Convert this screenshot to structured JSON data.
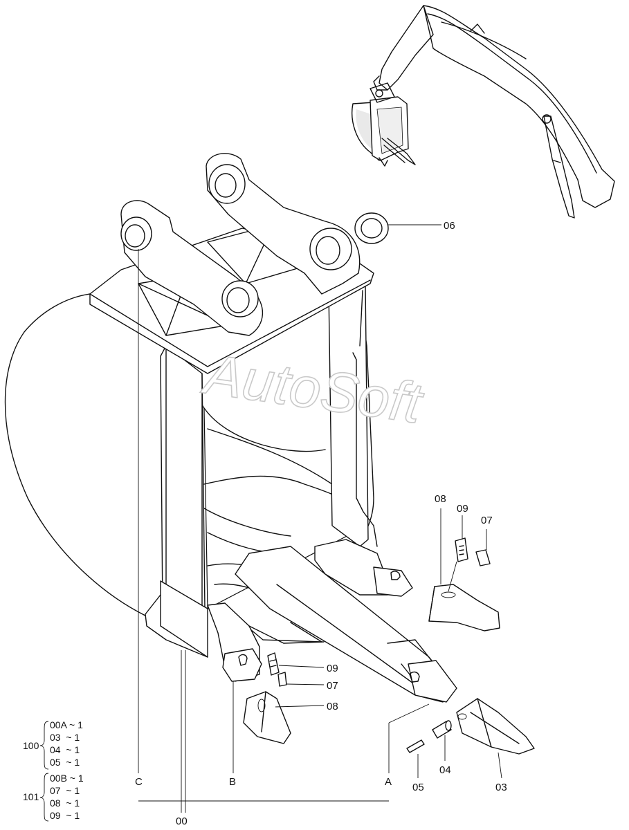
{
  "watermark": "AutoSoft",
  "part_labels": {
    "p06": "06",
    "p08_right": "08",
    "p09_right": "09",
    "p07_right": "07",
    "p09_left": "09",
    "p07_left": "07",
    "p08_left": "08",
    "p05": "05",
    "p04": "04",
    "p03": "03",
    "p00": "00"
  },
  "section_labels": {
    "a": "A",
    "b": "B",
    "c": "C"
  },
  "kits": [
    {
      "number": "100",
      "items": [
        "00A ~ 1",
        "03  ~ 1",
        "04  ~ 1",
        "05  ~ 1"
      ]
    },
    {
      "number": "101",
      "items": [
        "00B ~ 1",
        "07  ~ 1",
        "08  ~ 1",
        "09  ~ 1"
      ]
    }
  ]
}
